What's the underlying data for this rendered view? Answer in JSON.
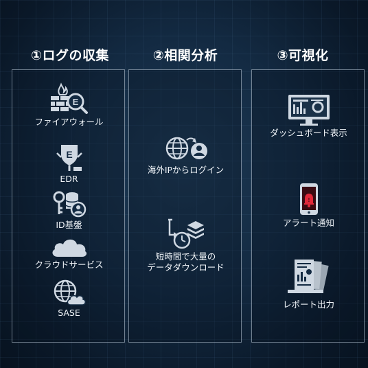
{
  "columns": [
    {
      "title": "①ログの収集",
      "items": [
        {
          "label": "ファイアウォール",
          "icon": "firewall-icon"
        },
        {
          "label": "EDR",
          "icon": "edr-shield-icon"
        },
        {
          "label": "ID基盤",
          "icon": "id-key-database-icon"
        },
        {
          "label": "クラウドサービス",
          "icon": "cloud-icon"
        },
        {
          "label": "SASE",
          "icon": "globe-cloud-icon"
        }
      ]
    },
    {
      "title": "②相関分析",
      "items": [
        {
          "label": "海外IPからログイン",
          "icon": "globe-user-icon"
        },
        {
          "label_line1": "短時間で大量の",
          "label_line2": "データダウンロード",
          "icon": "clock-stack-download-icon"
        }
      ]
    },
    {
      "title": "③可視化",
      "items": [
        {
          "label": "ダッシュボード表示",
          "icon": "dashboard-monitor-icon"
        },
        {
          "label": "アラート通知",
          "icon": "phone-alert-icon"
        },
        {
          "label": "レポート出力",
          "icon": "report-documents-icon"
        }
      ]
    }
  ],
  "colors": {
    "background": "#132a42",
    "panel_border": "#c8d7e6",
    "icon": "#d5dde6",
    "alert": "#e0283a"
  }
}
